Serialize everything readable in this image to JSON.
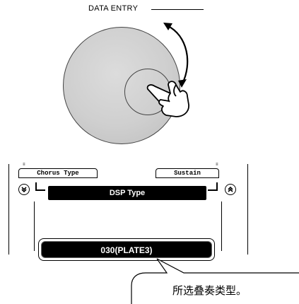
{
  "dial": {
    "label": "DATA ENTRY",
    "icons": [
      "rotate-arrow-icon",
      "hand-icon"
    ]
  },
  "display": {
    "upper_left_button": "Chorus Type",
    "upper_right_button": "Sustain",
    "scroll_down_icon": "double-chevron-down-icon",
    "scroll_up_icon": "double-chevron-up-icon",
    "header": "DSP Type",
    "value": "030(PLATE3)"
  },
  "callout": {
    "text": "所选叠奏类型。"
  }
}
